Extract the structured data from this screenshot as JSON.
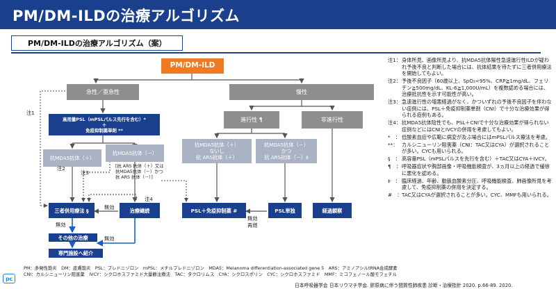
{
  "header": {
    "title": "PM/DM-ILDの治療アルゴリズム"
  },
  "subtitle": "PM/DM-ILDの治療アルゴリズム（案）",
  "flow": {
    "root": "PM/DM-ILD",
    "acute": "急性／亜急性",
    "chronic": "慢性",
    "acute_tx_line1": "高用量PSL（mPSLパルス先行を含む）*",
    "acute_tx_line2": "＋",
    "acute_tx_line3": "免疫抑制薬単剤 **",
    "mda5_pos": "抗MDA5抗体（＋）",
    "mda5_neg": "抗MDA5抗体（－）",
    "mda5_neg_note_1": "[抗 ARS 抗体（＋）又は",
    "mda5_neg_note_2": "抗MDA5抗体（－）かつ",
    "mda5_neg_note_3": "抗 ARS 抗体（－）]",
    "progressive": "進行性 ¶",
    "nonprogressive": "非進行性",
    "prog_a_1": "抗MDA5抗体（＋）",
    "prog_a_2": "ないし",
    "prog_a_3": "抗 ARS抗体（＋）",
    "prog_b_1": "抗MDA5抗体（－）",
    "prog_b_2": "かつ",
    "prog_b_3": "抗 ARS抗体（－）‡",
    "triple": "三者併用療法 §",
    "continue": "治療継続",
    "psl_immuno": "PSL＋免疫抑制薬 #",
    "psl_only": "PSL単独",
    "observe": "経過観察",
    "other_tx": "その他の治療",
    "refer": "専門施設へ紹介",
    "note1": "注1",
    "note2": "注2",
    "note3": "注3",
    "note4": "注4",
    "ineffective_a": "無効",
    "ineffective_b": "無効",
    "ineffective_c": "無効",
    "ineffective_d": "無効",
    "relapse": "再燃"
  },
  "notes": [
    {
      "key": "注1：",
      "text": "身体所見、画像所見より、抗MDA5抗体陽性急速進行性ILDが疑われ予後不良と判断した場合には、抗体結果を待たずに三者併用療法を開始してもよい。"
    },
    {
      "key": "注2：",
      "text": "予後不良因子（60歳以上、SpO₂<95%、CRP≧1mg/dL、フェリチン≧500mg/dL、KL-6≧1,000U/mL）を複数認める場合には、治療抵抗性を示す可能性が高い。"
    },
    {
      "key": "注3：",
      "text": "急速進行性の増悪経過がなく、かついずれの予後不良因子を伴わない症例には、PSL＋免疫抑制薬単剤（CNI）で十分な治療効果が得られる症例もある。"
    },
    {
      "key": "注4：",
      "text": "抗MDA5抗体陰性でも、PSL＋CNIで十分な治療効果が得られない症例などにはCNIとIVCYの併用を考慮してもよい。"
    },
    {
      "key": "*　：",
      "text": "低酸素血症や広範に病変が及ぶ場合にはmPSLパルス療法を考慮。"
    },
    {
      "key": "**：",
      "text": "カルシニューリン阻害薬（CNI：TAC又はCYA）が選択されることが多い。CYCも用いられる。"
    },
    {
      "key": "§　：",
      "text": "高容量PSL（mPSLパルスを先行を含む）＋TAC又はCYA＋IVCY。"
    },
    {
      "key": "¶　：",
      "text": "呼吸器症状や胸部画像・呼吸機能検査が、3ヵ月以上の経過で緩徐に悪化を認める。"
    },
    {
      "key": "‡　：",
      "text": "臨床経過、年齢、動脈血酸素分圧、呼吸機能検査、肺画像所見を考慮して、免疫抑制薬の併用を決定する。"
    },
    {
      "key": "#　：",
      "text": "TAC又はCYAが選択されることが多い。CYC、MMFも用いられる。"
    }
  ],
  "abbreviations": {
    "line1": "PM：多発性筋炎　DM：皮膚筋炎　PSL：プレドニゾロン　mPSL：メチルプレドニゾロン　MDA5：Melanoma differentiation-associated gene 5　ARS：アミノアシルtRNA合成酵素",
    "line2": "CNI：カルシニューリン阻害薬　IVCY：シクロホスファミド大量静注療法　TAC：タクロリムス　CYA：シクロスポリン　CYC：シクロホスファミド　MMF：ミコフェノール酸モフェチル"
  },
  "source": "日本呼吸器学会 日本リウマチ学会. 膠原病に伴う間質性肺疾患 診断・治療指針 2020. p.66-89. 2020.",
  "logo": "pc",
  "colors": {
    "navy": "#1a3f8c",
    "orange": "#f07a22",
    "gray": "#8e8e8e",
    "light_gray": "#a9b3c4"
  }
}
